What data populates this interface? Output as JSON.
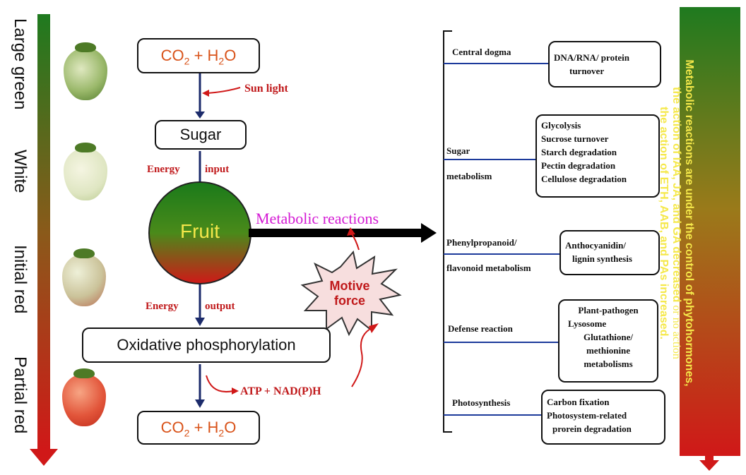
{
  "stages": [
    "Large green",
    "White",
    "Initial red",
    "Partial red"
  ],
  "flow": {
    "input_formula": {
      "co": "CO",
      "two": "2",
      "plus": " + H",
      "h2": "2",
      "o": "O"
    },
    "sun_light": "Sun light",
    "sugar": "Sugar",
    "energy_input": [
      "Energy",
      "input"
    ],
    "fruit": "Fruit",
    "metabolic_reactions": "Metabolic reactions",
    "motive_force": [
      "Motive",
      "force"
    ],
    "energy_output": [
      "Energy",
      "output"
    ],
    "oxidative": "Oxidative phosphorylation",
    "atp": "ATP + NAD(P)H",
    "output_formula": {
      "co": "CO",
      "two": "2",
      "plus": " + H",
      "h2": "2",
      "o": "O"
    }
  },
  "categories": [
    {
      "label": [
        "Central dogma"
      ],
      "items": [
        "DNA/RNA/ protein",
        "turnover"
      ]
    },
    {
      "label": [
        "Sugar",
        "metabolism"
      ],
      "items": [
        "Glycolysis",
        "Sucrose turnover",
        "Starch degradation",
        "Pectin degradation",
        "Cellulose degradation"
      ]
    },
    {
      "label": [
        "Phenylpropanoid/",
        "flavonoid metabolism"
      ],
      "items": [
        "Anthocyanidin/",
        "lignin synthesis"
      ]
    },
    {
      "label": [
        "Defense reaction"
      ],
      "items": [
        "Plant-pathogen",
        "Lysosome",
        "Glutathione/",
        "methionine",
        "metabolisms"
      ]
    },
    {
      "label": [
        "Photosynthesis"
      ],
      "items": [
        "Carbon fixation",
        "Photosystem-related",
        "prorein degradation"
      ]
    }
  ],
  "side_note": {
    "line1": "Metabolic reactions are under the control of phytohormones,",
    "line2": "the action of IAA, JA, and GA decreased",
    "line2_extra": " or no action",
    "line3": "the action of ETH, AAB, and PAs increased."
  },
  "colors": {
    "green": "#1f7a1f",
    "red": "#d01818",
    "accent_red": "#c0191b",
    "magenta": "#d41ad4",
    "navy": "#1c2b6b"
  }
}
